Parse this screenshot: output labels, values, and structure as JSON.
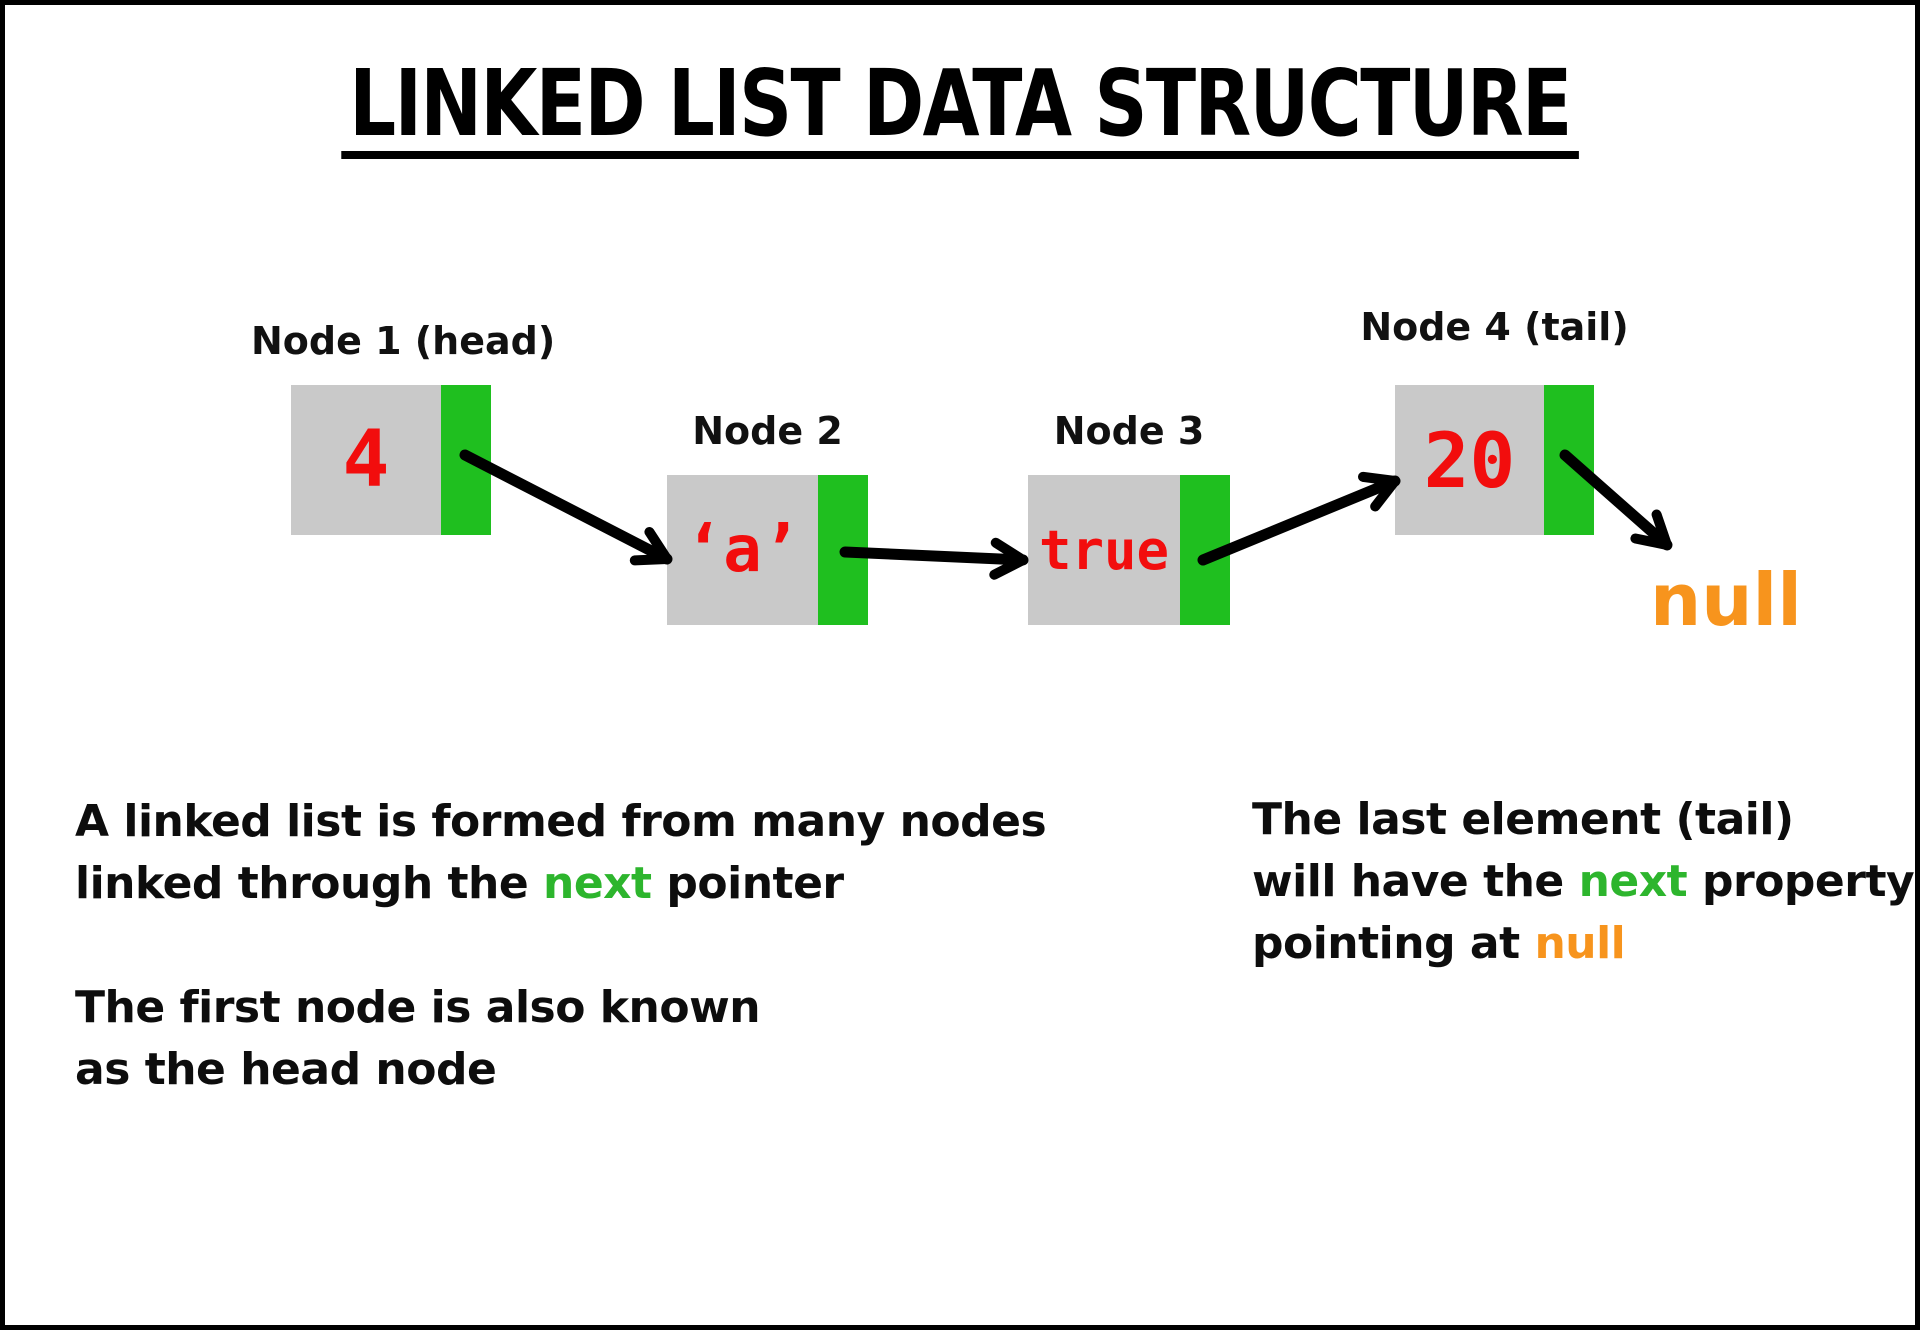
{
  "title": "LINKED LIST DATA STRUCTURE",
  "colors": {
    "node_body_gray": "#c9c9c9",
    "next_pointer_green": "#1fbf1f",
    "value_red": "#f20d0d",
    "keyword_green": "#2db52d",
    "null_orange": "#f7941d",
    "arrow_black": "#000000"
  },
  "diagram": {
    "nodes": [
      {
        "label": "Node 1 (head)",
        "value": "4"
      },
      {
        "label": "Node 2",
        "value": "‘a’"
      },
      {
        "label": "Node 3",
        "value": "true"
      },
      {
        "label": "Node 4 (tail)",
        "value": "20"
      }
    ],
    "null_label": "null"
  },
  "notes": {
    "formation": {
      "line1": "A linked list is formed from many nodes",
      "line2_prefix": "linked through the ",
      "line2_keyword": "next",
      "line2_suffix": " pointer"
    },
    "head": {
      "line1": "The first node is also known",
      "line2": "as the head node"
    },
    "tail": {
      "line1": "The last element (tail)",
      "line2_prefix": "will have the ",
      "line2_keyword": "next",
      "line2_suffix": " property",
      "line3_prefix": "pointing at ",
      "line3_keyword": "null"
    }
  }
}
